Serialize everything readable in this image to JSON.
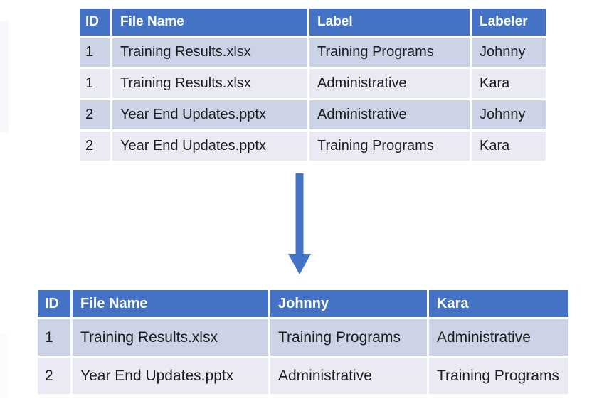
{
  "colors": {
    "header_bg": "#4472C4",
    "header_text": "#FFFFFF",
    "row_band_dark": "#CDD3E7",
    "row_band_light": "#E9EAF4",
    "body_text": "#1C1C1C",
    "arrow": "#4472C4",
    "background": "#FFFFFF"
  },
  "source_table": {
    "columns": [
      "ID",
      "File Name",
      "Label",
      "Labeler"
    ],
    "rows": [
      [
        "1",
        "Training Results.xlsx",
        "Training Programs",
        "Johnny"
      ],
      [
        "1",
        "Training Results.xlsx",
        "Administrative",
        "Kara"
      ],
      [
        "2",
        "Year End Updates.pptx",
        "Administrative",
        "Johnny"
      ],
      [
        "2",
        "Year End Updates.pptx",
        "Training Programs",
        "Kara"
      ]
    ]
  },
  "transform_arrow": {
    "icon": "down-arrow"
  },
  "result_table": {
    "columns": [
      "ID",
      "File Name",
      "Johnny",
      "Kara"
    ],
    "rows": [
      [
        "1",
        "Training Results.xlsx",
        "Training Programs",
        "Administrative"
      ],
      [
        "2",
        "Year End Updates.pptx",
        "Administrative",
        "Training Programs"
      ]
    ]
  }
}
